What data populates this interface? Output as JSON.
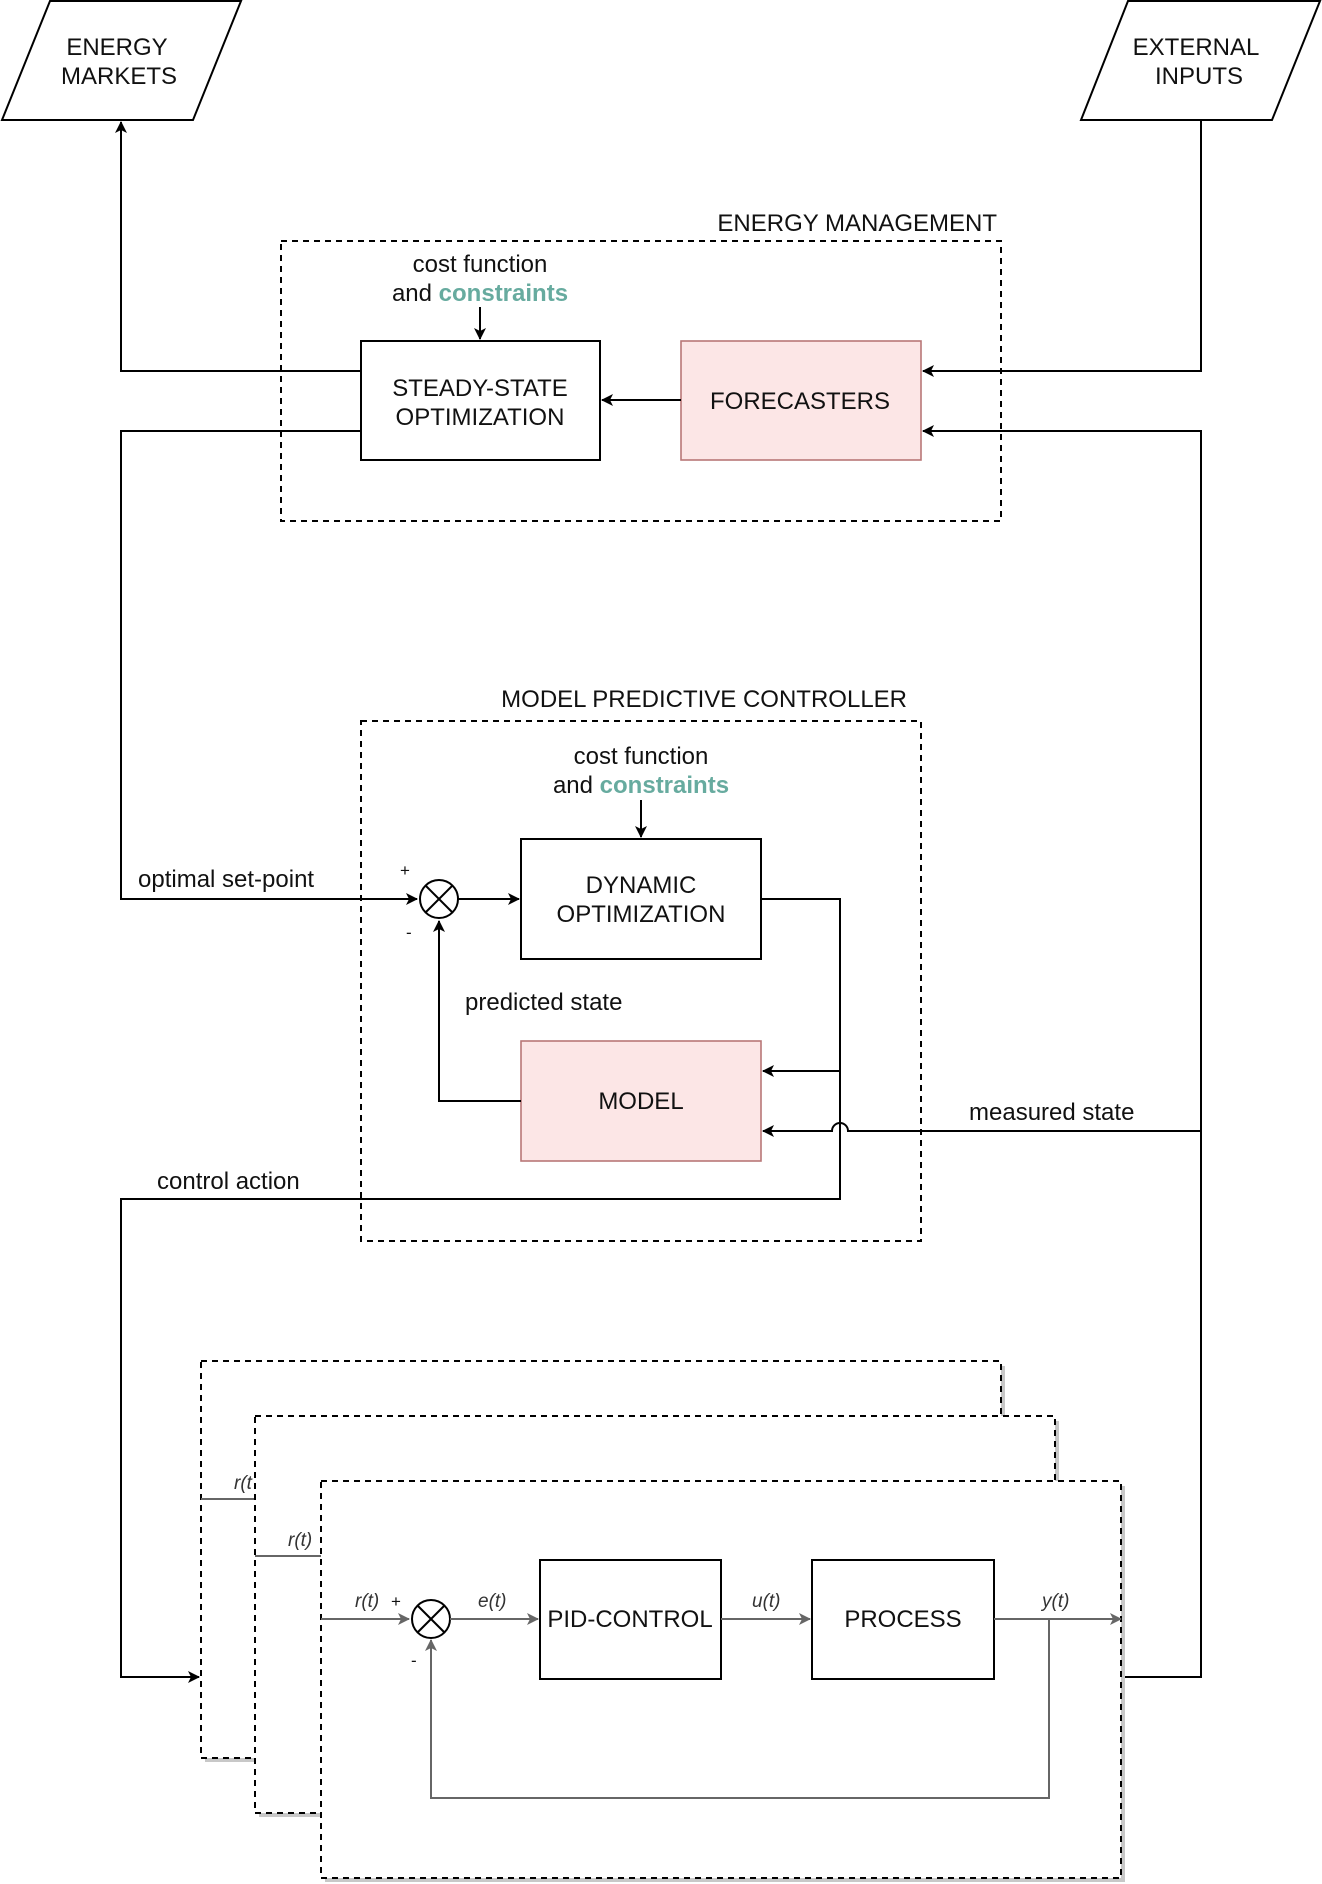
{
  "io": {
    "energy_markets": [
      "ENERGY",
      "MARKETS"
    ],
    "external_inputs": [
      "EXTERNAL",
      "INPUTS"
    ]
  },
  "energy_management": {
    "title": "ENERGY MANAGEMENT",
    "cost_line1": "cost function",
    "cost_and": "and ",
    "cost_constraints": "constraints",
    "steady_state": [
      "STEADY-STATE",
      "OPTIMIZATION"
    ],
    "forecasters": "FORECASTERS"
  },
  "mpc": {
    "title": "MODEL PREDICTIVE CONTROLLER",
    "cost_line1": "cost function",
    "cost_and": "and ",
    "cost_constraints": "constraints",
    "dynamic": [
      "DYNAMIC",
      "OPTIMIZATION"
    ],
    "model": "MODEL",
    "predicted_state": "predicted state",
    "plus": "+",
    "minus": "-"
  },
  "signals": {
    "optimal_set_point": "optimal set-point",
    "measured_state": "measured state",
    "control_action": "control action"
  },
  "pid": {
    "r_t": "r(t)",
    "r_t_partial": "r(t",
    "e_t": "e(t)",
    "u_t": "u(t)",
    "y_t": "y(t)",
    "plus": "+",
    "minus": "-",
    "pid_control": "PID-CONTROL",
    "process": "PROCESS"
  },
  "colors": {
    "constraints_accent": "#67ab9f",
    "model_fill": "#fce6e6",
    "model_stroke": "#b87777",
    "pid_line": "#666666"
  }
}
